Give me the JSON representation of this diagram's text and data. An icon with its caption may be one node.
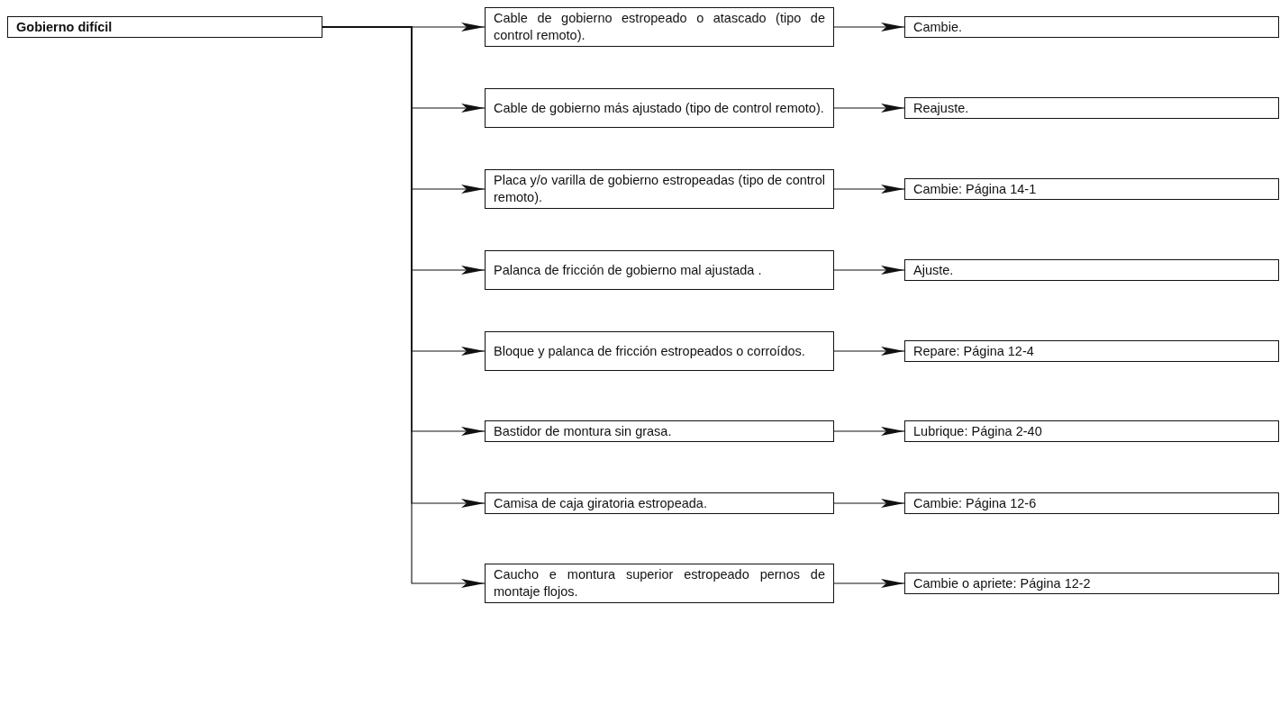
{
  "diagram": {
    "nodes": [
      {
        "text": [
          "Gobierno difícil"
        ]
      },
      {
        "text": [
          "Cable de gobierno estropeado o atascado (tipo de control remoto)."
        ]
      },
      {
        "text": [
          "Cable de gobierno más ajustado (tipo de control remoto)."
        ]
      },
      {
        "text": [
          "Placa y/o varilla de gobierno estropeadas (tipo de control remoto)."
        ]
      },
      {
        "text": [
          "Palanca de fricción de gobierno mal ajustada ."
        ]
      },
      {
        "text": [
          "Bloque y palanca de fricción estropeados o corroídos."
        ]
      },
      {
        "text": [
          "Bastidor de montura sin grasa."
        ]
      },
      {
        "text": [
          "Camisa de caja giratoria estropeada."
        ]
      },
      {
        "text": [
          "Caucho e montura superior estropeado pernos de montaje flojos."
        ]
      },
      {
        "text": [
          "Cambie."
        ]
      },
      {
        "text": [
          "Reajuste."
        ]
      },
      {
        "text": [
          "Cambie: Página 14-1"
        ]
      },
      {
        "text": [
          "Ajuste."
        ]
      },
      {
        "text": [
          "Repare: Página 12-4"
        ]
      },
      {
        "text": [
          "Lubrique: Página 2-40"
        ]
      },
      {
        "text": [
          "Cambie: Página 12-6"
        ]
      },
      {
        "text": [
          "Cambie o apriete: Página 12-2"
        ]
      }
    ],
    "edges": [
      {
        "from": 0,
        "to": 1,
        "arrow": "to"
      },
      {
        "from": 0,
        "to": 2,
        "arrow": "to"
      },
      {
        "from": 0,
        "to": 3,
        "arrow": "to"
      },
      {
        "from": 0,
        "to": 4,
        "arrow": "to"
      },
      {
        "from": 0,
        "to": 5,
        "arrow": "to"
      },
      {
        "from": 0,
        "to": 6,
        "arrow": "to"
      },
      {
        "from": 0,
        "to": 7,
        "arrow": "to"
      },
      {
        "from": 0,
        "to": 8,
        "arrow": "to"
      },
      {
        "from": 1,
        "to": 9,
        "arrow": "to"
      },
      {
        "from": 2,
        "to": 10,
        "arrow": "to"
      },
      {
        "from": 3,
        "to": 11,
        "arrow": "to"
      },
      {
        "from": 4,
        "to": 12,
        "arrow": "to"
      },
      {
        "from": 5,
        "to": 13,
        "arrow": "to"
      },
      {
        "from": 6,
        "to": 14,
        "arrow": "to"
      },
      {
        "from": 7,
        "to": 15,
        "arrow": "to"
      },
      {
        "from": 8,
        "to": 16,
        "arrow": "to"
      }
    ]
  }
}
